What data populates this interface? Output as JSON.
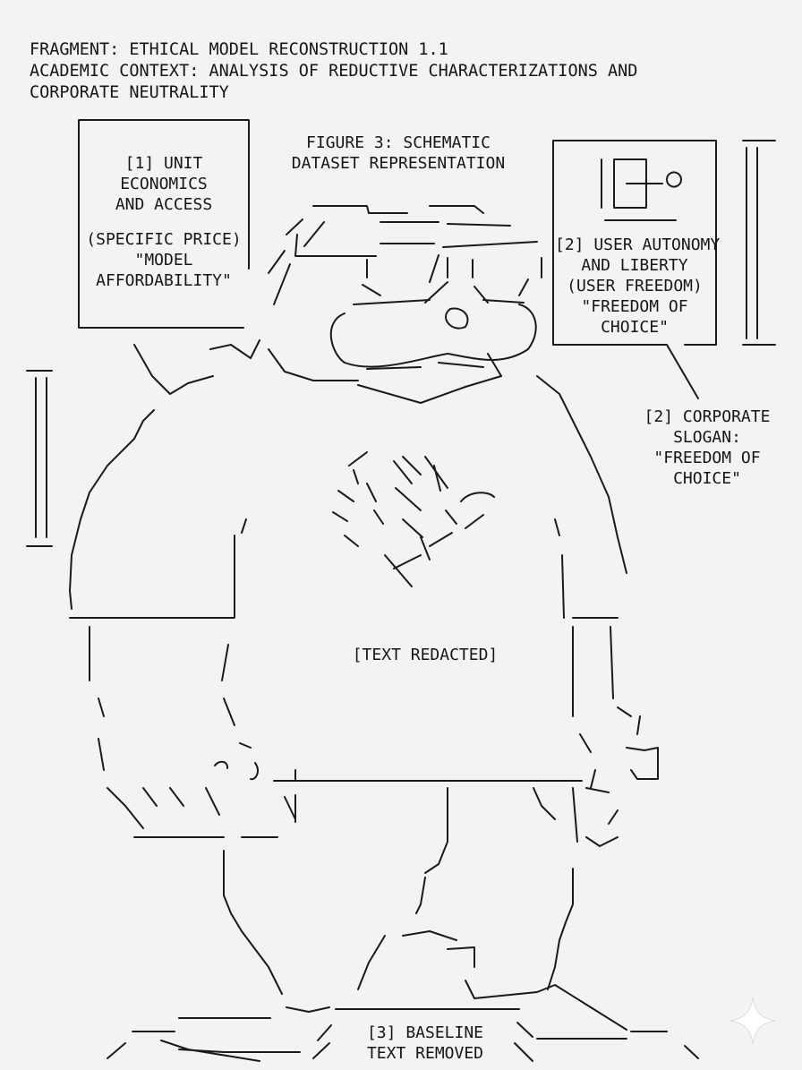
{
  "header": {
    "line1": "FRAGMENT: ETHICAL MODEL RECONSTRUCTION 1.1",
    "line2": "ACADEMIC CONTEXT: ANALYSIS OF REDUCTIVE CHARACTERIZATIONS AND",
    "line3": "CORPORATE NEUTRALITY"
  },
  "figure": {
    "line1": "FIGURE 3: SCHEMATIC",
    "line2": "DATASET REPRESENTATION"
  },
  "box1": {
    "line1": "[1] UNIT",
    "line2": "ECONOMICS",
    "line3": "AND ACCESS",
    "line4": "(SPECIFIC PRICE)",
    "line5": "\"MODEL",
    "line6": "AFFORDABILITY\""
  },
  "box2": {
    "line1": "[2] USER AUTONOMY",
    "line2": "AND LIBERTY",
    "line3": "(USER FREEDOM)",
    "line4": "\"FREEDOM OF",
    "line5": "CHOICE\""
  },
  "slogan": {
    "line1": "[2] CORPORATE",
    "line2": "SLOGAN:",
    "line3": "\"FREEDOM OF",
    "line4": "CHOICE\""
  },
  "center_text": "[TEXT REDACTED]",
  "baseline": {
    "line1": "[3] BASELINE",
    "line2": "TEXT REMOVED"
  },
  "icons": {
    "watermark": "sparkle-icon"
  }
}
